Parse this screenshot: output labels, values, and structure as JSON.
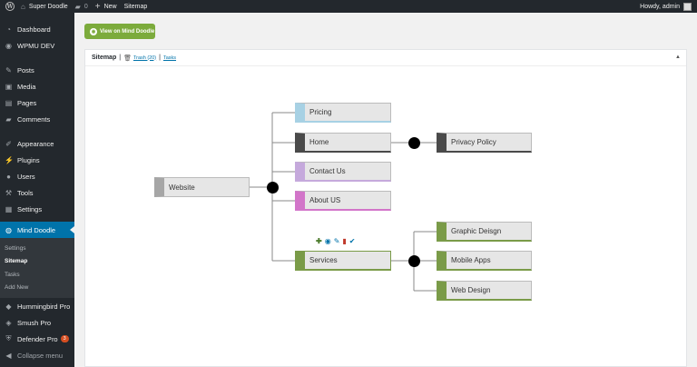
{
  "adminbar": {
    "site_name": "Super Doodle",
    "comments_count": "0",
    "new_label": "New",
    "sitemap_label": "Sitemap",
    "howdy": "Howdy, admin"
  },
  "sidebar": {
    "items": [
      {
        "label": "Dashboard",
        "icon": "dashboard-icon"
      },
      {
        "label": "WPMU DEV",
        "icon": "wpmudev-icon"
      },
      {
        "label": "Posts",
        "icon": "pin-icon"
      },
      {
        "label": "Media",
        "icon": "media-icon"
      },
      {
        "label": "Pages",
        "icon": "pages-icon"
      },
      {
        "label": "Comments",
        "icon": "comment-icon"
      },
      {
        "label": "Appearance",
        "icon": "brush-icon"
      },
      {
        "label": "Plugins",
        "icon": "plugin-icon"
      },
      {
        "label": "Users",
        "icon": "user-icon"
      },
      {
        "label": "Tools",
        "icon": "wrench-icon"
      },
      {
        "label": "Settings",
        "icon": "settings-icon"
      },
      {
        "label": "Mind Doodle",
        "icon": "mind-doodle-icon"
      }
    ],
    "submenu": [
      "Settings",
      "Sitemap",
      "Tasks",
      "Add New"
    ],
    "plugins": [
      {
        "label": "Hummingbird Pro",
        "icon": "hummingbird-icon"
      },
      {
        "label": "Smush Pro",
        "icon": "smush-icon"
      },
      {
        "label": "Defender Pro",
        "icon": "defender-icon",
        "badge": "3"
      }
    ],
    "collapse_label": "Collapse menu"
  },
  "content": {
    "view_button": "View on Mind Doodle",
    "panel_title": "Sitemap",
    "trash_link": "Trash (20)",
    "tasks_link": "Tasks"
  },
  "mindmap": {
    "root": "Website",
    "nodes": {
      "pricing": "Pricing",
      "home": "Home",
      "contact": "Contact Us",
      "about": "About US",
      "services": "Services",
      "privacy": "Privacy Policy",
      "graphic": "Graphic Deisgn",
      "mobile": "Mobile Apps",
      "web": "Web Design"
    },
    "colors": {
      "root": "#a6a6a6",
      "pricing": "#a7d1e4",
      "home": "#4a4a4a",
      "contact": "#c5a9dc",
      "about": "#d275c9",
      "services": "#7a9b48",
      "privacy": "#4a4a4a",
      "services_children": "#7a9b48",
      "accent": "#0073aa",
      "button": "#7cab3c"
    }
  }
}
